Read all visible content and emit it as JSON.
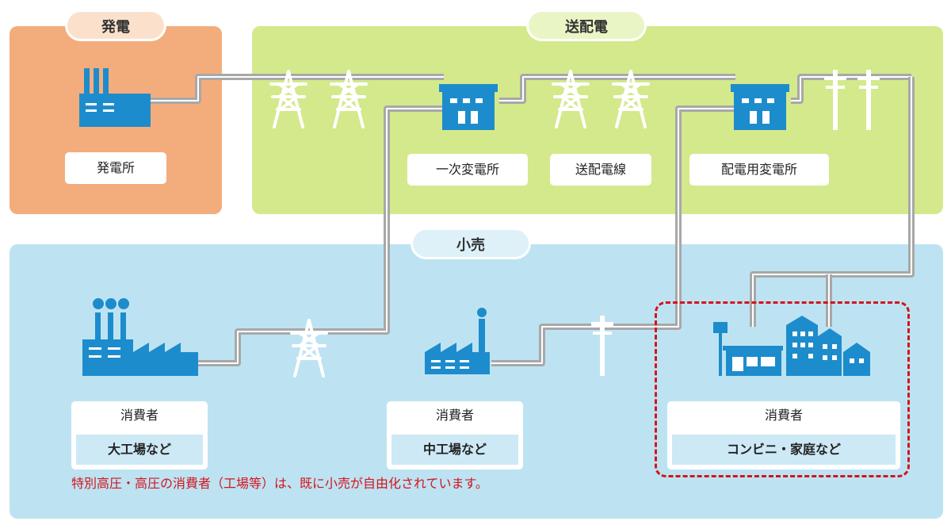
{
  "sections": {
    "generation": "発電",
    "transmission": "送配電",
    "retail": "小売"
  },
  "labels": {
    "power_plant": "発電所",
    "primary_substation": "一次変電所",
    "transmission_line": "送配電線",
    "distribution_substation": "配電用変電所"
  },
  "consumers": [
    {
      "top": "消費者",
      "bottom": "大工場など"
    },
    {
      "top": "消費者",
      "bottom": "中工場など"
    },
    {
      "top": "消費者",
      "bottom": "コンビニ・家庭など"
    }
  ],
  "note": "特別高圧・高圧の消費者（工場等）は、既に小売が自由化されています。",
  "colors": {
    "generation_bg": "#f3ad7c",
    "transmission_bg": "#d3e98c",
    "retail_bg": "#bde3f2",
    "icon_blue": "#1d8ccc",
    "highlight_red": "#d4141c"
  },
  "icons": [
    "factory-icon",
    "pylon-icon",
    "substation-icon",
    "utility-pole-icon",
    "store-icon",
    "house-icon"
  ]
}
